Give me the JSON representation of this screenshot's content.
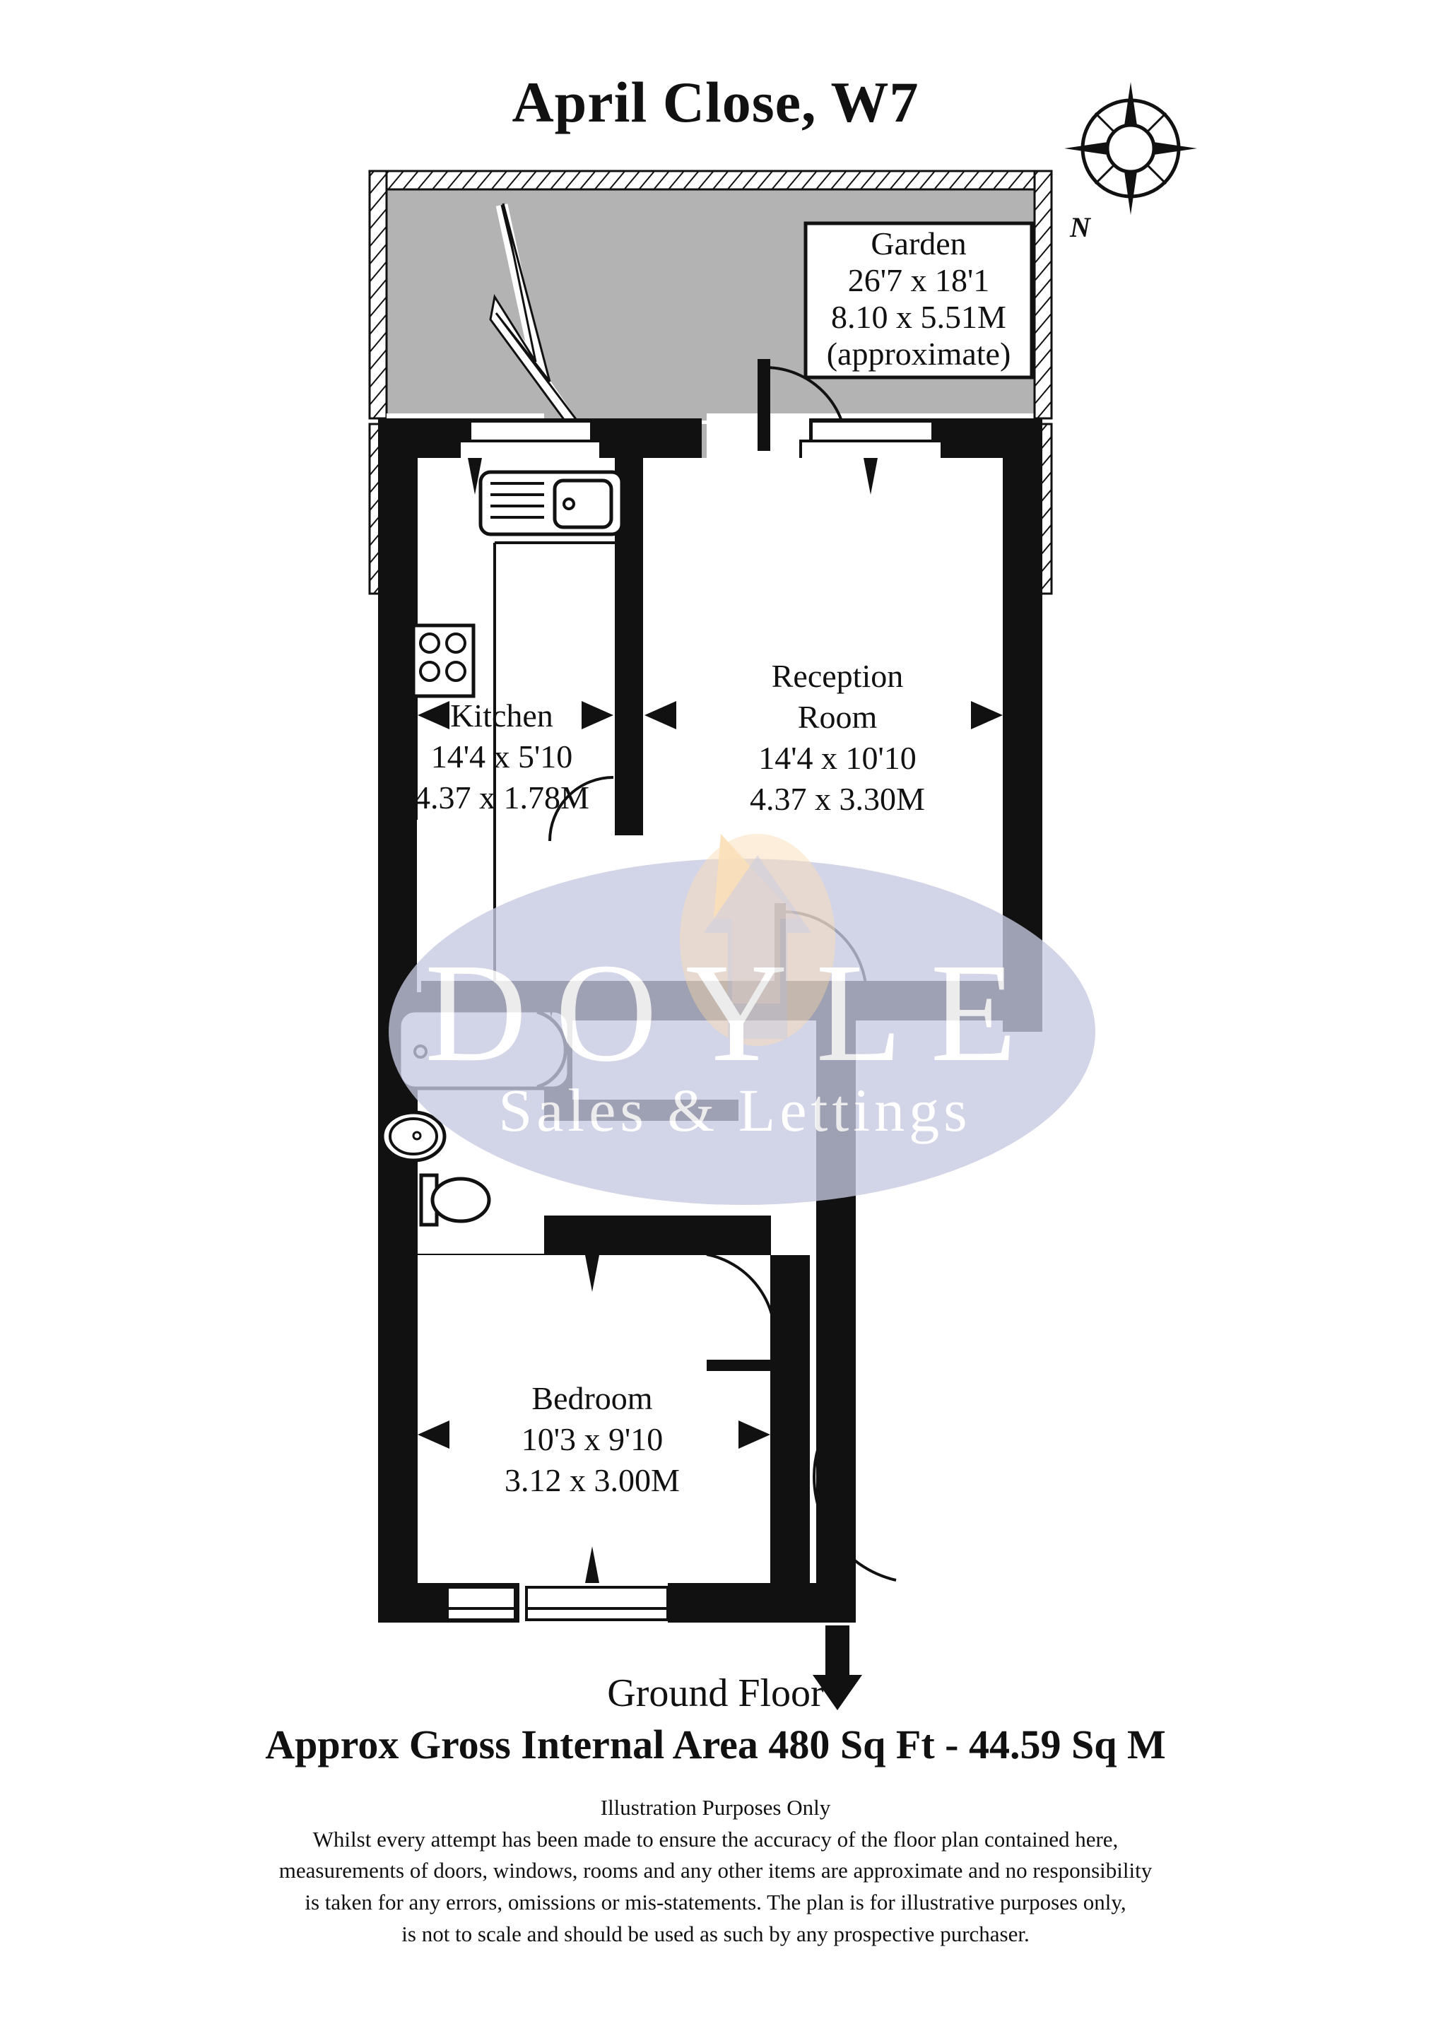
{
  "header": {
    "title": "April Close, W7"
  },
  "compass": {
    "icon": "compass-rose-icon",
    "north_label": "N"
  },
  "plan": {
    "garden": {
      "name": "Garden",
      "imperial": "26'7 x 18'1",
      "metric": "8.10 x 5.51M",
      "note": "(approximate)"
    },
    "rooms": [
      {
        "key": "kitchen",
        "name": "Kitchen",
        "imperial": "14'4 x 5'10",
        "metric": "4.37 x 1.78M"
      },
      {
        "key": "reception",
        "name_line1": "Reception",
        "name_line2": "Room",
        "imperial": "14'4 x 10'10",
        "metric": "4.37 x 3.30M"
      },
      {
        "key": "bedroom",
        "name": "Bedroom",
        "imperial": "10'3 x 9'10",
        "metric": "3.12 x 3.00M"
      }
    ],
    "fixtures": [
      "sink-icon",
      "hob-icon",
      "bath-icon",
      "wash-basin-icon",
      "toilet-icon"
    ],
    "entrance_marker": "entrance-arrow-icon"
  },
  "watermark": {
    "brand": "DOYLE",
    "tagline": "Sales & Lettings",
    "logo": "house-arrow-logo",
    "ellipse_color": "#c6c8e0",
    "logo_color": "#fbddb4",
    "text_color": "#ffffff"
  },
  "footer": {
    "floor_label": "Ground Floor",
    "area_label": "Approx Gross Internal Area  480 Sq Ft  - 44.59 Sq M",
    "disclaimer_title": "Illustration Purposes Only",
    "disclaimer_lines": [
      "Whilst every attempt has been made to ensure the accuracy of the floor plan contained here,",
      "measurements of doors, windows, rooms and any other items are approximate and no responsibility",
      "is taken for any errors, omissions or mis-statements. The plan is for illustrative purposes only,",
      "is not to scale and should be used as such by any prospective purchaser."
    ]
  },
  "colors": {
    "wall": "#000000",
    "garden_fill": "#b3b3b3",
    "paper": "#ffffff",
    "ink": "#111111"
  }
}
